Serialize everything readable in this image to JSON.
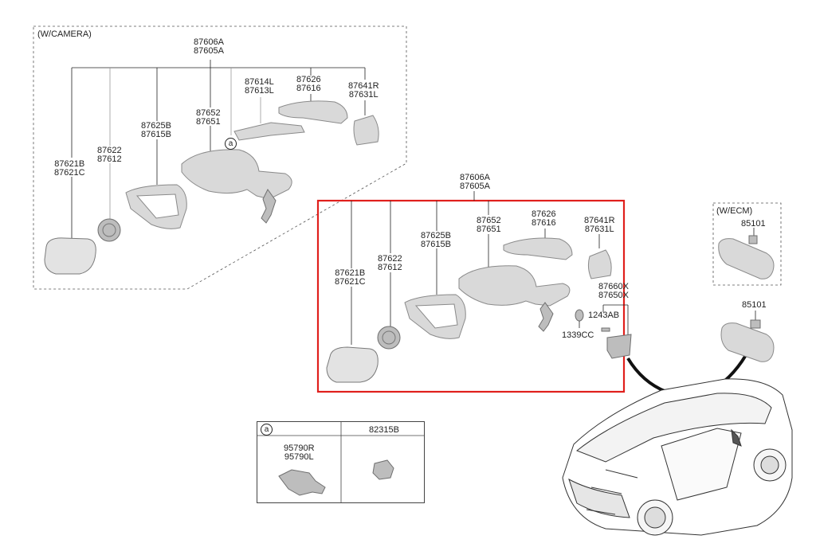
{
  "camera_group": {
    "title": "(W/CAMERA)",
    "top_label": [
      "87606A",
      "87605A"
    ],
    "parts": {
      "glass": [
        "87621B",
        "87621C"
      ],
      "actuator": [
        "87622",
        "87612"
      ],
      "cover_frame": [
        "87625B",
        "87615B"
      ],
      "body": [
        "87652",
        "87651"
      ],
      "lamp": [
        "87614L",
        "87613L"
      ],
      "scalp": [
        "87626",
        "87616"
      ],
      "cap": [
        "87641R",
        "87631L"
      ]
    },
    "callout": "a"
  },
  "standard_group": {
    "top_label": [
      "87606A",
      "87605A"
    ],
    "parts": {
      "glass": [
        "87621B",
        "87621C"
      ],
      "actuator": [
        "87622",
        "87612"
      ],
      "cover_frame": [
        "87625B",
        "87615B"
      ],
      "body": [
        "87652",
        "87651"
      ],
      "scalp": [
        "87626",
        "87616"
      ],
      "cap": [
        "87641R",
        "87631L"
      ]
    },
    "highlight_color": "#e0201c"
  },
  "inside_mirror": {
    "parts": [
      "87660X",
      "87650X"
    ],
    "bolt": "1243AB",
    "grommet": "1339CC"
  },
  "ecm_group": {
    "title": "(W/ECM)",
    "part": "85101"
  },
  "rear_view_mirror": {
    "part": "85101"
  },
  "legend_table": {
    "col1_callout": "a",
    "col2_header": "82315B",
    "col1_parts": [
      "95790R",
      "95790L"
    ]
  }
}
